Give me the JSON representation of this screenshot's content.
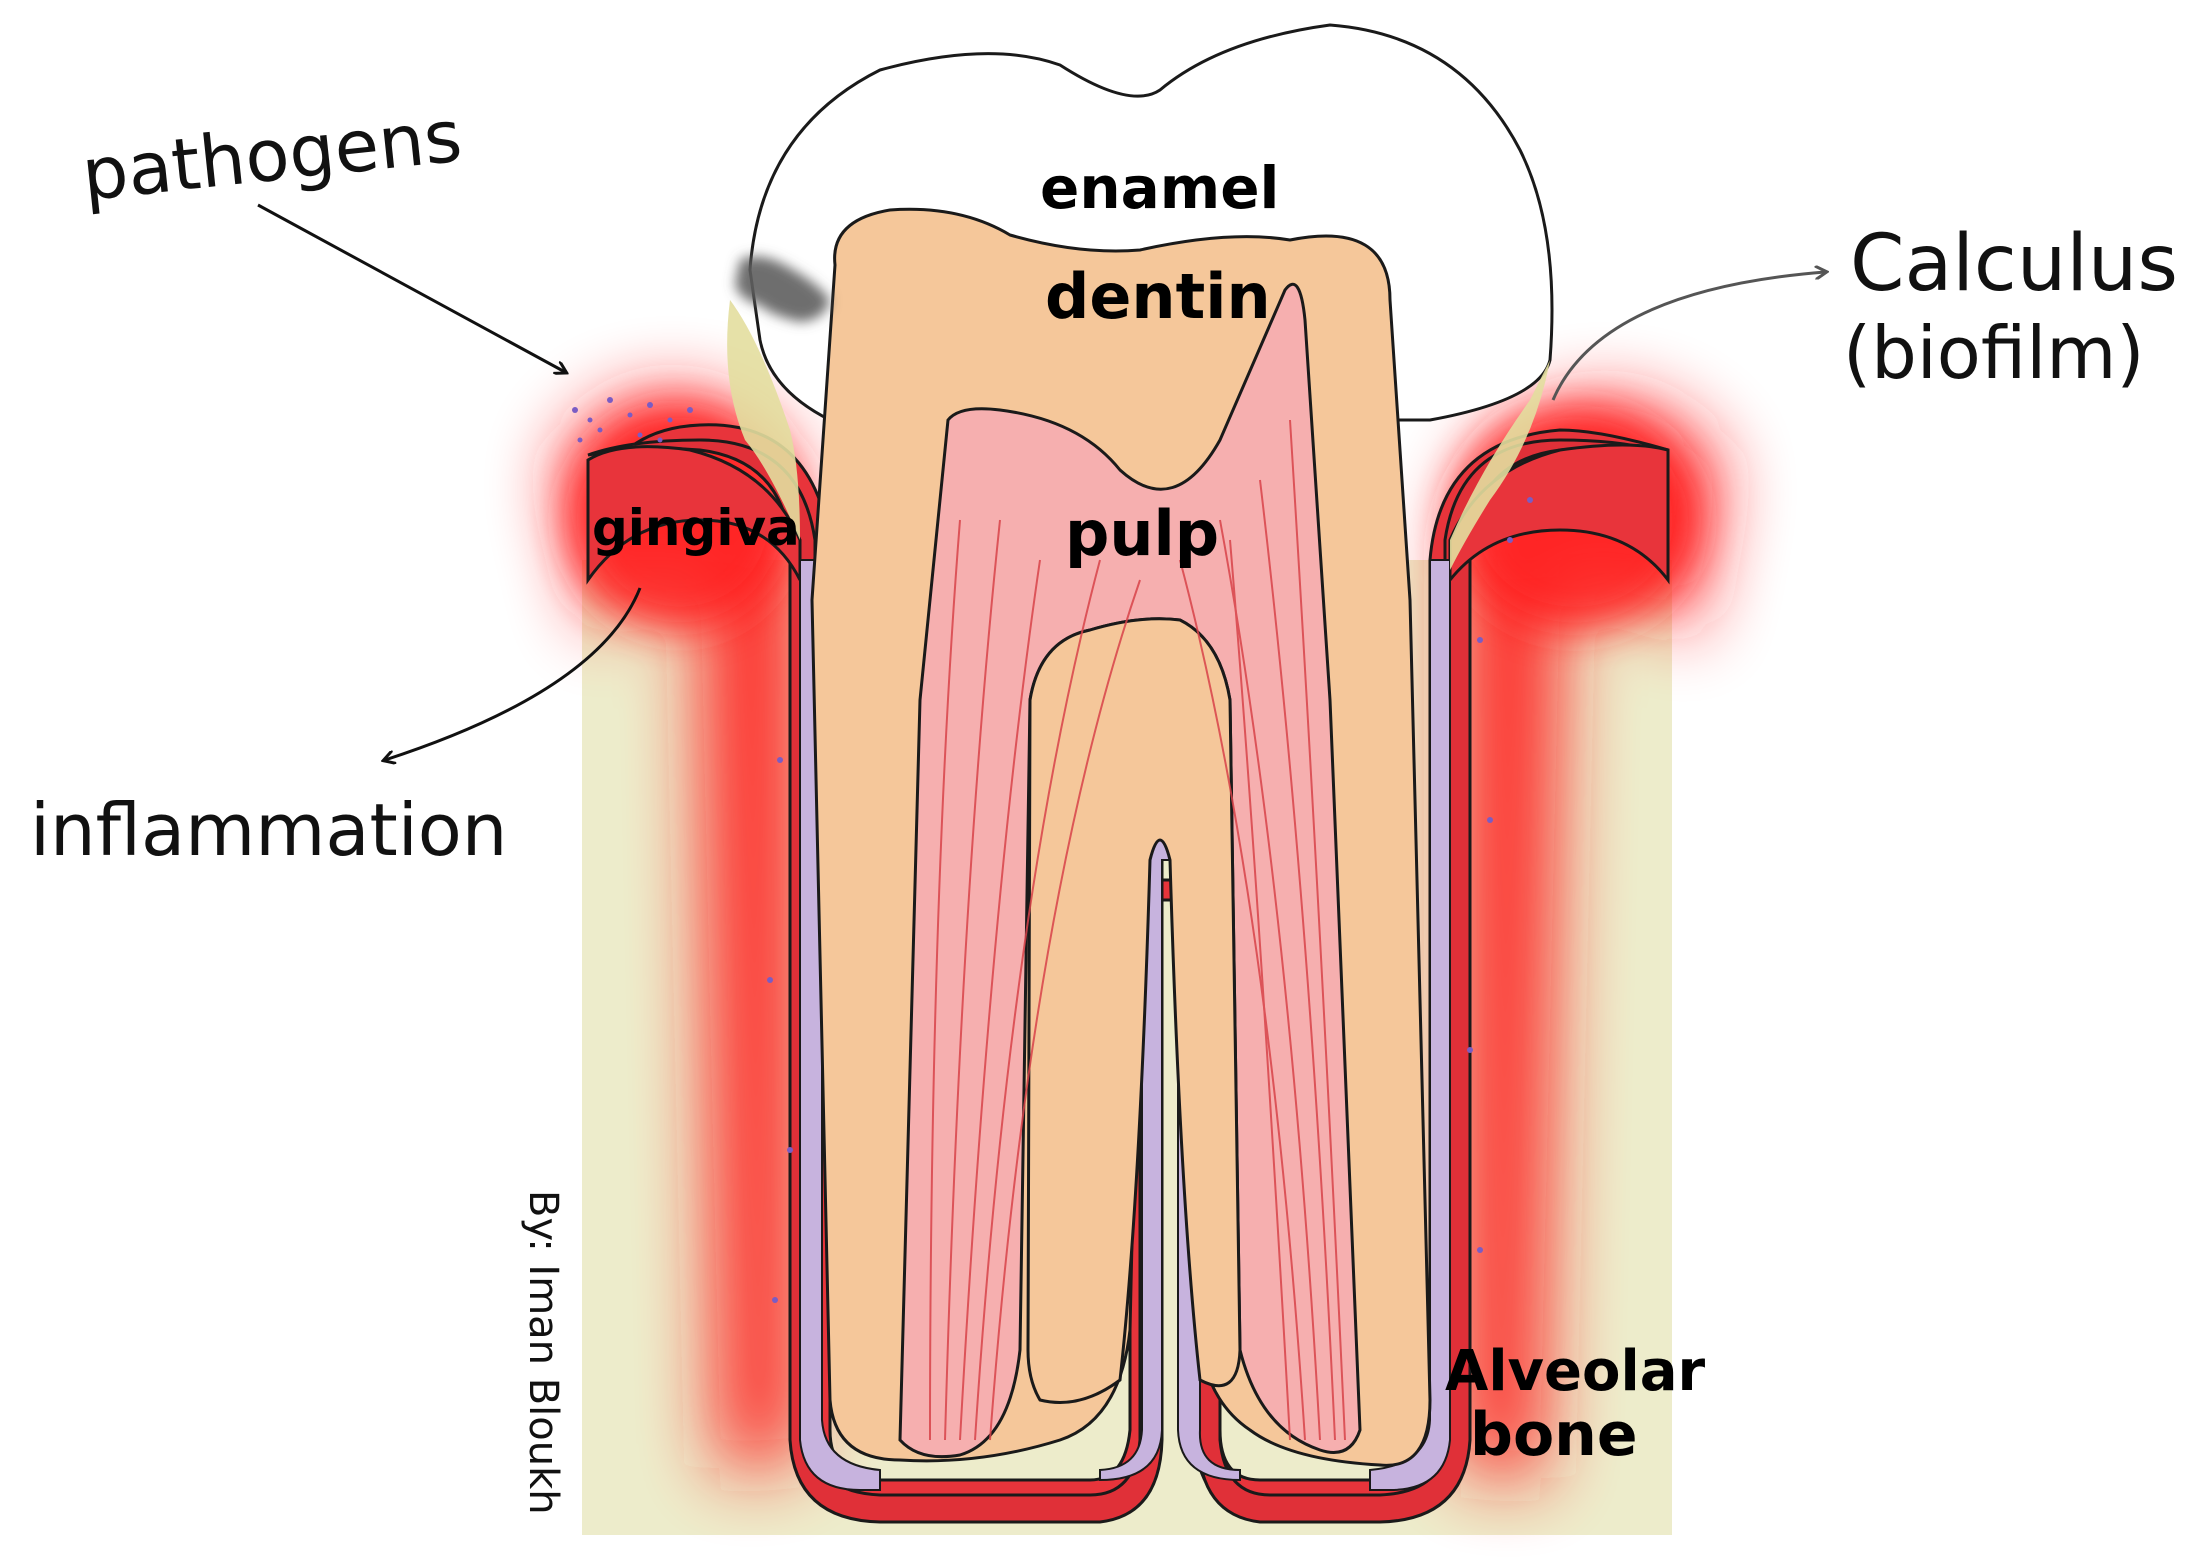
{
  "labels": {
    "pathogens": "pathogens",
    "inflammation": "inflammation",
    "calculus_line1": "Calculus",
    "calculus_line2": "(biofilm)",
    "enamel": "enamel",
    "dentin": "dentin",
    "pulp": "pulp",
    "gingiva": "gingiva",
    "alveolar_line1": "Alveolar",
    "alveolar_line2": "bone",
    "author": "By: Iman Bloukh"
  },
  "colors": {
    "bone": "#EDECCB",
    "gingiva_red": "#E8343B",
    "inflammation_glow": "#FF1A1A",
    "dentin": "#F5C79A",
    "pulp": "#F6AFAF",
    "enamel": "#FFFFFF",
    "periodontal_ligament": "#C7B3DE",
    "calculus": "#6B6B6B",
    "biofilm": "#E3DE9E",
    "outline": "#1A1A1A"
  }
}
